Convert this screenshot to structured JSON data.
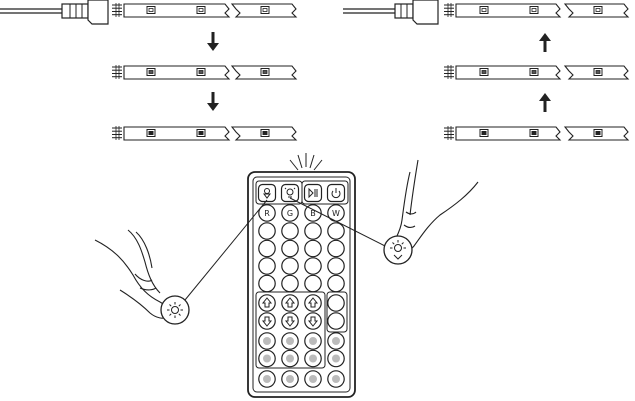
{
  "strips": {
    "left": {
      "rows": 3,
      "arrow_direction": "down"
    },
    "right": {
      "rows": 3,
      "arrow_direction": "up"
    }
  },
  "remote": {
    "top_row_icons": [
      "brightness-icon",
      "bulb-icon",
      "play-pause-icon",
      "power-icon"
    ],
    "color_row_labels": [
      "R",
      "G",
      "B",
      "W"
    ],
    "blank_rows": 4,
    "blank_cols": 4,
    "arrow_rows": [
      {
        "icons": [
          "up-arrow-icon",
          "up-arrow-icon",
          "up-arrow-icon"
        ]
      },
      {
        "icons": [
          "down-arrow-icon",
          "down-arrow-icon",
          "down-arrow-icon"
        ]
      }
    ],
    "diy_rows": 2,
    "bottom_row_count": 4
  },
  "hands": {
    "left_button_icon": "sun-icon",
    "right_button_icon": "sun-down-icon"
  }
}
